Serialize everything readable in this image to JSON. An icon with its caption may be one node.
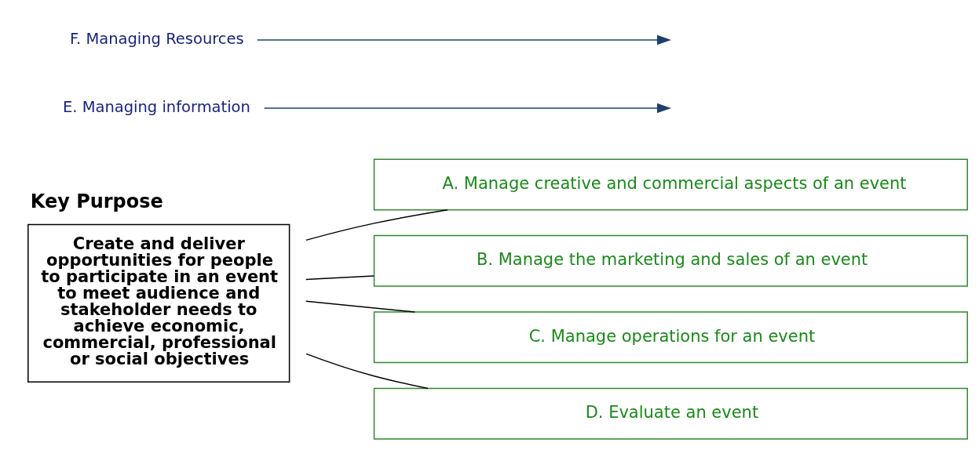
{
  "diagram": {
    "nodes": [
      {
        "text": [
          "Key Purpose",
          "Create and deliver opportunities for people to participate in an event to meet audience and stakeholder needs to achieve economic, commercial, professional or social objectives"
        ]
      },
      {
        "text": [
          "A. Manage creative and commercial aspects of an event"
        ]
      },
      {
        "text": [
          "B. Manage the marketing and sales of an event"
        ]
      },
      {
        "text": [
          "C. Manage operations for an event"
        ]
      },
      {
        "text": [
          "D. Evaluate an event"
        ]
      },
      {
        "text": [
          "E. Managing information"
        ]
      },
      {
        "text": [
          "F. Managing Resources"
        ]
      }
    ],
    "edges": [
      {
        "from": 0,
        "to": 1,
        "arrow": "none"
      },
      {
        "from": 0,
        "to": 2,
        "arrow": "none"
      },
      {
        "from": 0,
        "to": 3,
        "arrow": "none"
      },
      {
        "from": 0,
        "to": 4,
        "arrow": "none"
      },
      {
        "from": 5,
        "to": null,
        "arrow": "to",
        "color": "#1f3f6f"
      },
      {
        "from": 6,
        "to": null,
        "arrow": "to",
        "color": "#1f3f6f"
      }
    ]
  }
}
